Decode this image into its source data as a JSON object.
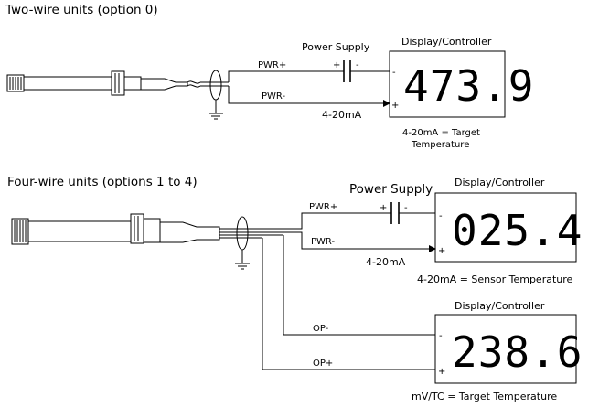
{
  "section1": {
    "title": "Two-wire units (option 0)",
    "power_supply_label": "Power Supply",
    "supply_plus": "+",
    "supply_minus": "-",
    "display_label": "Display/Controller",
    "display_value": "473.9",
    "display_minus": "-",
    "display_plus": "+",
    "wire_top": "PWR+",
    "wire_bottom": "PWR-",
    "current_label": "4-20mA",
    "caption_line1": "4-20mA = Target",
    "caption_line2": "Temperature"
  },
  "section2": {
    "title": "Four-wire units (options 1 to 4)",
    "power_supply_label": "Power Supply",
    "supply_plus": "+",
    "supply_minus": "-",
    "display1_label": "Display/Controller",
    "display1_value": "025.4",
    "display1_minus": "-",
    "display1_plus": "+",
    "wire_top": "PWR+",
    "wire_bottom": "PWR-",
    "current_label": "4-20mA",
    "caption1": "4-20mA = Sensor Temperature",
    "display2_label": "Display/Controller",
    "display2_value": "238.6",
    "display2_minus": "-",
    "display2_plus": "+",
    "wire_op_minus": "OP-",
    "wire_op_plus": "OP+",
    "caption2": "mV/TC = Target Temperature"
  }
}
